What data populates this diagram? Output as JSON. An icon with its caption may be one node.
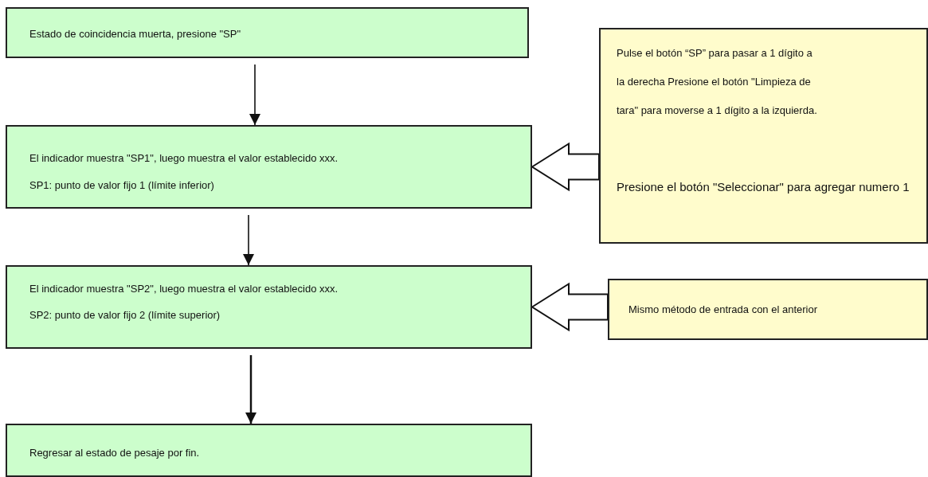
{
  "diagram": {
    "nodes": [
      {
        "text": [
          "Estado de coincidencia muerta, presione \"SP\""
        ]
      },
      {
        "text": [
          "El indicador muestra \"SP1\", luego muestra el valor establecido xxx.",
          "SP1: punto de valor fijo 1 (límite inferior)"
        ]
      },
      {
        "text": [
          "Pulse el botón “SP” para pasar a 1 dígito a la derecha Presione el botón \"Limpieza de tara\" para moverse a 1 dígito a la izquierda.",
          "Presione el botón \"Seleccionar\" para agregar numero 1"
        ]
      },
      {
        "text": [
          "El indicador muestra \"SP2\", luego muestra el valor establecido xxx.",
          "SP2: punto de valor fijo 2 (límite superior)"
        ]
      },
      {
        "text": [
          "Mismo método de entrada con el anterior"
        ]
      },
      {
        "text": [
          "Regresar al estado de pesaje por fin."
        ]
      }
    ],
    "edges": [
      {
        "from": 0,
        "to": 1,
        "arrow": "to"
      },
      {
        "from": 1,
        "to": 3,
        "arrow": "to"
      },
      {
        "from": 2,
        "to": 1,
        "arrow": "to",
        "style": "thick"
      },
      {
        "from": 3,
        "to": 5,
        "arrow": "to"
      },
      {
        "from": 4,
        "to": 3,
        "arrow": "to",
        "style": "thick"
      }
    ]
  }
}
